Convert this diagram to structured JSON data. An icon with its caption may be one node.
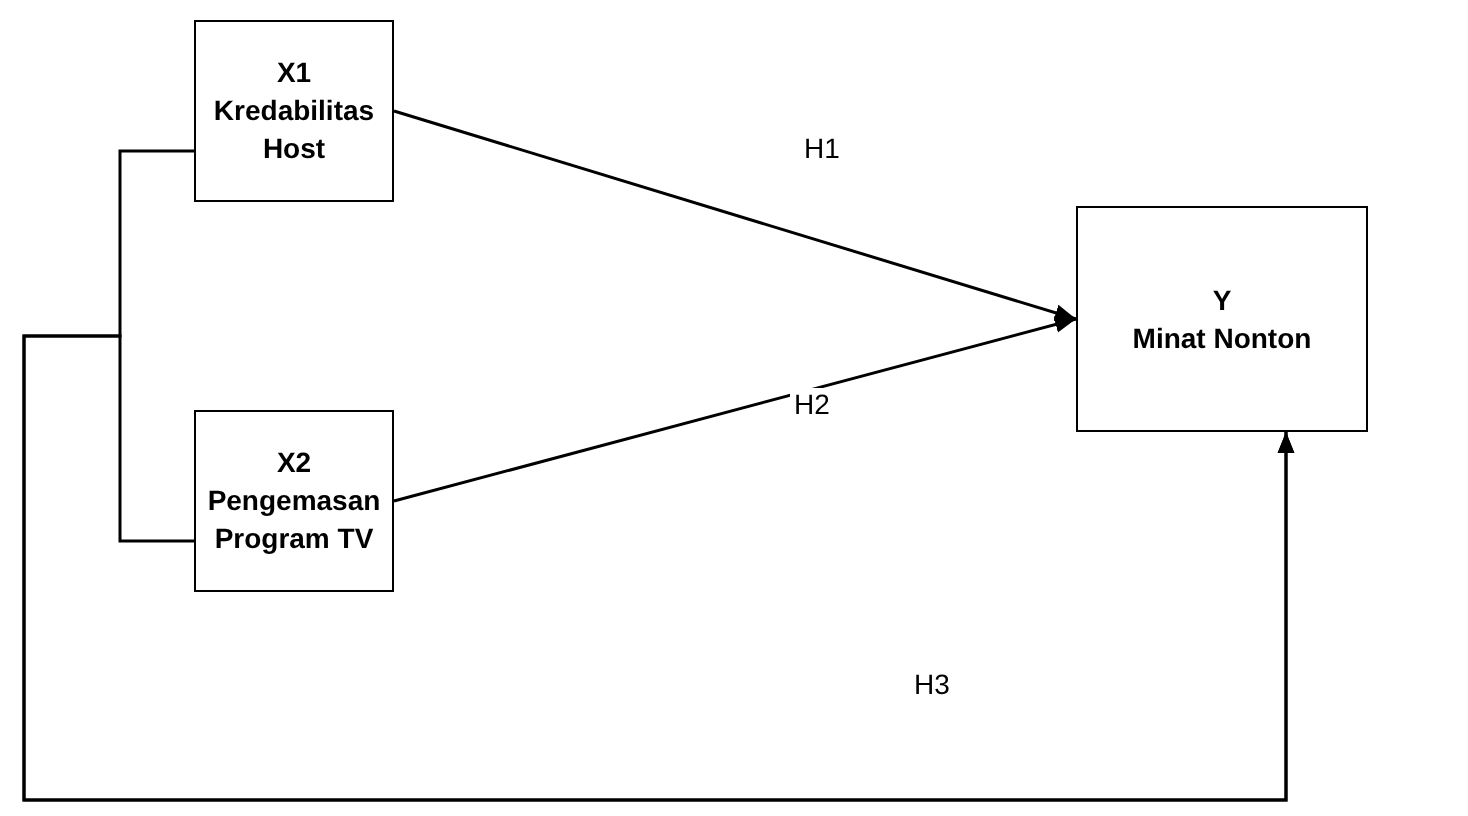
{
  "diagram": {
    "nodes": [
      {
        "text": [
          "X1",
          "Kredabilitas Host"
        ]
      },
      {
        "text": [
          "X2",
          "Pengemasan Program TV"
        ]
      },
      {
        "text": [
          "Y",
          "Minat Nonton"
        ]
      }
    ],
    "edges": [
      {
        "from": 0,
        "to": 2,
        "arrow": "to",
        "label": "H1"
      },
      {
        "from": 1,
        "to": 2,
        "arrow": "to",
        "label": "H2"
      },
      {
        "from": 0,
        "to": 2,
        "arrow": "to",
        "label": "H3"
      },
      {
        "from": 1,
        "to": 2,
        "arrow": "to"
      }
    ]
  }
}
